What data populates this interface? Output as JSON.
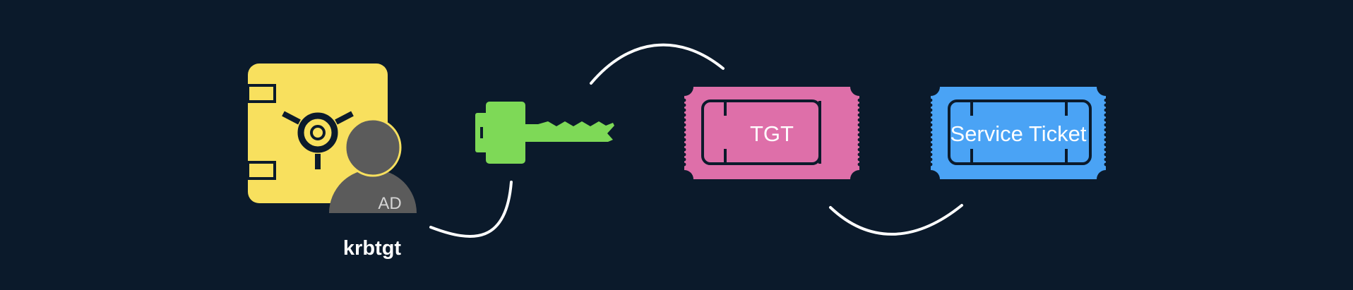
{
  "colors": {
    "background": "#0b1a2b",
    "vault": "#f8e05e",
    "vault_outline": "#0b1a2b",
    "user": "#5b5b5b",
    "key": "#7ed957",
    "tgt_ticket": "#de6fa9",
    "service_ticket": "#4aa3f5",
    "connector": "#ffffff"
  },
  "icons": {
    "vault": "vault-safe-icon",
    "user": "user-avatar-icon",
    "key": "key-icon",
    "tgt": "ticket-icon",
    "service": "ticket-icon"
  },
  "labels": {
    "user_badge": "AD",
    "account_name": "krbtgt",
    "tgt": "TGT",
    "service_ticket": "Service Ticket"
  }
}
